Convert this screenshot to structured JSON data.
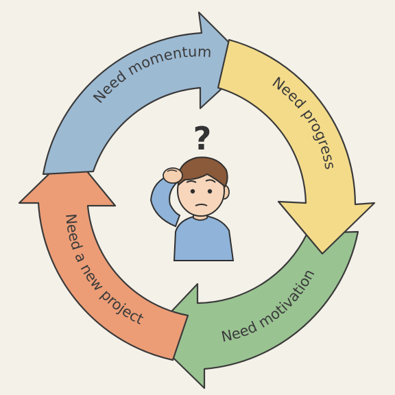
{
  "cycle": {
    "steps": [
      {
        "label": "Need momentum",
        "color": "#9dbad3"
      },
      {
        "label": "Need progress",
        "color": "#f3db8a"
      },
      {
        "label": "Need motivation",
        "color": "#9ac392"
      },
      {
        "label": "Need a new project",
        "color": "#ec9d76"
      }
    ]
  },
  "center": {
    "question_mark": "?",
    "figure": "confused-person-scratching-head"
  }
}
